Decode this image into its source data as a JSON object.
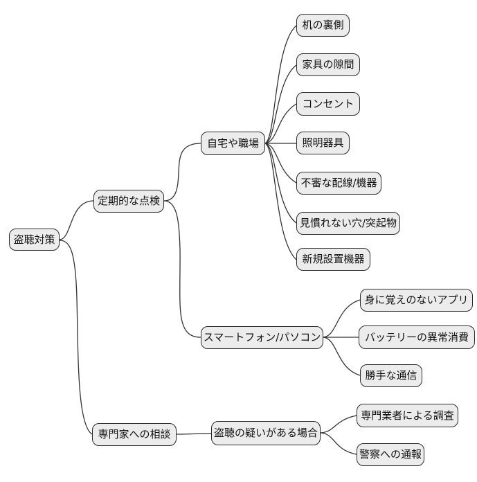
{
  "diagram": {
    "type": "mindmap",
    "tree": {
      "label": "盗聴対策",
      "children": [
        {
          "label": "定期的な点検",
          "children": [
            {
              "label": "自宅や職場",
              "children": [
                {
                  "label": "机の裏側"
                },
                {
                  "label": "家具の隙間"
                },
                {
                  "label": "コンセント"
                },
                {
                  "label": "照明器具"
                },
                {
                  "label": "不審な配線/機器"
                },
                {
                  "label": "見慣れない穴/突起物"
                },
                {
                  "label": "新規設置機器"
                }
              ]
            },
            {
              "label": "スマートフォン/パソコン",
              "children": [
                {
                  "label": "身に覚えのないアプリ"
                },
                {
                  "label": "バッテリーの異常消費"
                },
                {
                  "label": "勝手な通信"
                }
              ]
            }
          ]
        },
        {
          "label": "専門家への相談",
          "children": [
            {
              "label": "盗聴の疑いがある場合",
              "children": [
                {
                  "label": "専門業者による調査"
                },
                {
                  "label": "警察への通報"
                }
              ]
            }
          ]
        }
      ]
    }
  },
  "style": {
    "background": "#ffffff",
    "node_fill": "#ececec",
    "node_border": "#2b2b2b",
    "edge_color": "#333333",
    "text_color": "#111111"
  }
}
